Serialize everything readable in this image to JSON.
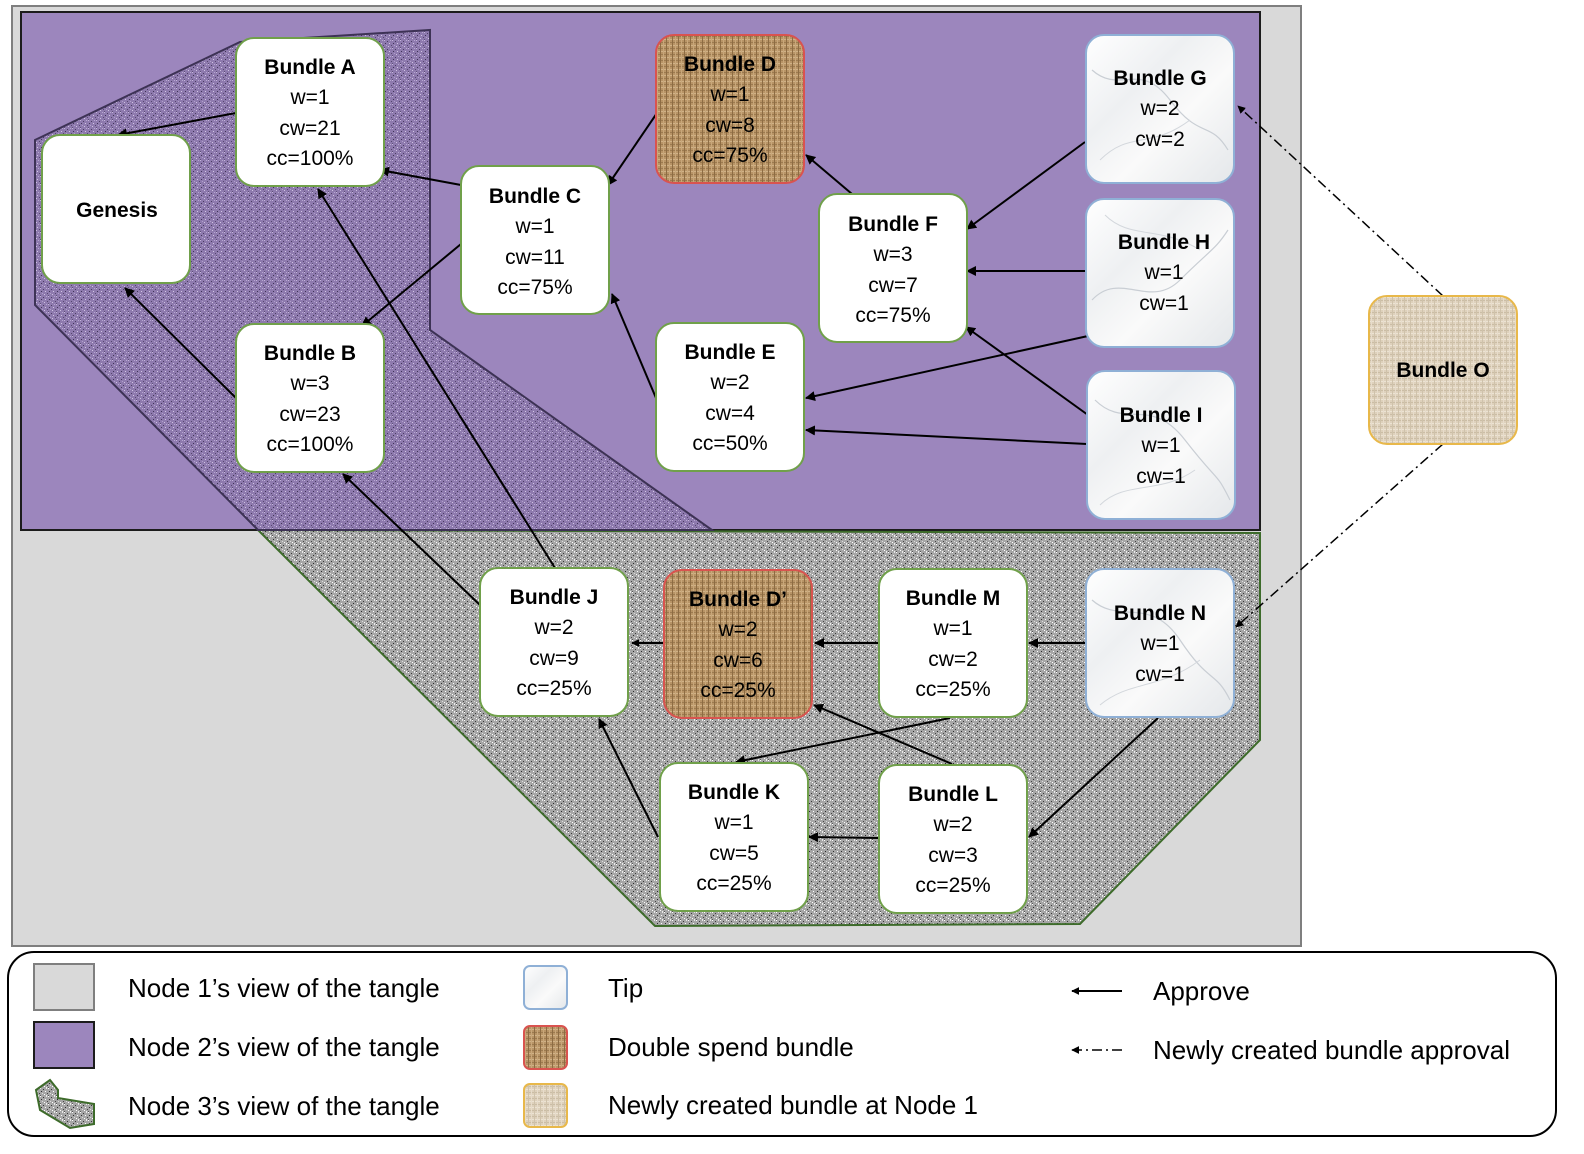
{
  "colors": {
    "node1_bg": "#d9d9d9",
    "node2_bg": "#9c86bd",
    "node3_bg": "#a8a8a8",
    "node_border": "#70a04a",
    "tip_border": "#8fb0d6",
    "double_spend_border": "#d9534f",
    "new_border": "#e8b84a"
  },
  "nodes": {
    "genesis": {
      "title": "Genesis"
    },
    "a": {
      "title": "Bundle A",
      "w": "w=1",
      "cw": "cw=21",
      "cc": "cc=100%"
    },
    "b": {
      "title": "Bundle B",
      "w": "w=3",
      "cw": "cw=23",
      "cc": "cc=100%"
    },
    "c": {
      "title": "Bundle C",
      "w": "w=1",
      "cw": "cw=11",
      "cc": "cc=75%"
    },
    "d": {
      "title": "Bundle D",
      "w": "w=1",
      "cw": "cw=8",
      "cc": "cc=75%"
    },
    "e": {
      "title": "Bundle E",
      "w": "w=2",
      "cw": "cw=4",
      "cc": "cc=50%"
    },
    "f": {
      "title": "Bundle F",
      "w": "w=3",
      "cw": "cw=7",
      "cc": "cc=75%"
    },
    "g": {
      "title": "Bundle G",
      "w": "w=2",
      "cw": "cw=2"
    },
    "h": {
      "title": "Bundle H",
      "w": "w=1",
      "cw": "cw=1"
    },
    "i": {
      "title": "Bundle I",
      "w": "w=1",
      "cw": "cw=1"
    },
    "j": {
      "title": "Bundle J",
      "w": "w=2",
      "cw": "cw=9",
      "cc": "cc=25%"
    },
    "dp": {
      "title": "Bundle D’",
      "w": "w=2",
      "cw": "cw=6",
      "cc": "cc=25%"
    },
    "m": {
      "title": "Bundle M",
      "w": "w=1",
      "cw": "cw=2",
      "cc": "cc=25%"
    },
    "n": {
      "title": "Bundle N",
      "w": "w=1",
      "cw": "cw=1"
    },
    "k": {
      "title": "Bundle K",
      "w": "w=1",
      "cw": "cw=5",
      "cc": "cc=25%"
    },
    "l": {
      "title": "Bundle L",
      "w": "w=2",
      "cw": "cw=3",
      "cc": "cc=25%"
    },
    "o": {
      "title": "Bundle O"
    }
  },
  "legend": {
    "node1_view": "Node 1’s view of the tangle",
    "node2_view": "Node 2’s view of the tangle",
    "node3_view": "Node 3’s view of the tangle",
    "tip": "Tip",
    "double_spend": "Double spend bundle",
    "newly_created": "Newly created bundle at Node 1",
    "approve": "Approve",
    "new_approval": "Newly created bundle approval"
  }
}
